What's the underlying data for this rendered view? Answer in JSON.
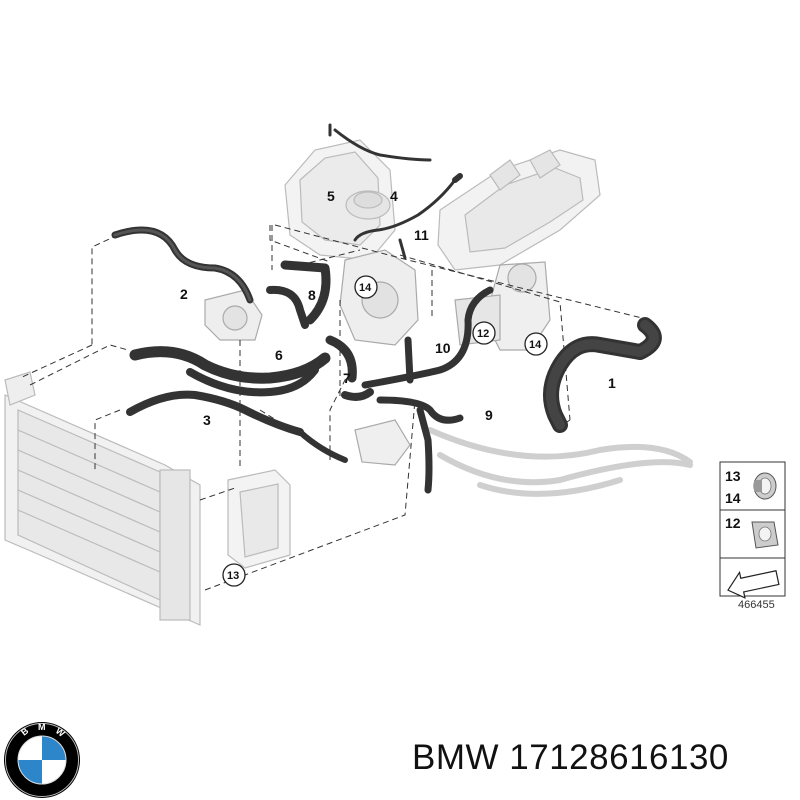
{
  "diagram": {
    "callouts": [
      "1",
      "2",
      "3",
      "4",
      "5",
      "6",
      "7",
      "8",
      "9",
      "10",
      "11"
    ],
    "circled_callouts": [
      "12",
      "13",
      "14"
    ],
    "legend": {
      "row1": [
        "13",
        "14"
      ],
      "row2": [
        "12"
      ],
      "reference": "466455"
    }
  },
  "footer": {
    "brand": "BMW",
    "part_number": "17128616130",
    "logo_icon": "bmw-roundel-icon",
    "colors": {
      "blue": "#2c86c9",
      "black": "#000000"
    }
  }
}
